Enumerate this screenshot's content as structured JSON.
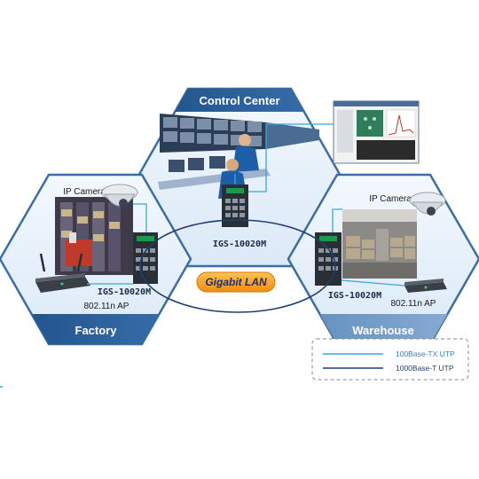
{
  "zones": {
    "control_center": {
      "label": "Control Center",
      "switch_label": "IGS-10020M"
    },
    "factory": {
      "label": "Factory",
      "camera_label": "IP Camera",
      "switch_label": "IGS-10020M",
      "ap_label": "802.11n AP"
    },
    "warehouse": {
      "label": "Warehouse",
      "camera_label": "IP Camera",
      "switch_label": "IGS-10020M",
      "ap_label": "802.11n AP"
    }
  },
  "network": {
    "ring_label": "Gigabit LAN"
  },
  "legend": {
    "items": [
      {
        "label": "100Base-TX UTP",
        "color": "#3aa7d8"
      },
      {
        "label": "1000Base-T UTP",
        "color": "#1f3f73"
      }
    ]
  },
  "colors": {
    "hex_fill": "#e3f0fb",
    "hex_stroke": "#3a6ea5",
    "label_band": "#2a5f95",
    "label_band_light": "#6f96c2",
    "ring": "#1f3f73",
    "link_light": "#3aa7d8",
    "gigabit_bg": "#f5a623",
    "gigabit_text": "#1a2f6b"
  }
}
